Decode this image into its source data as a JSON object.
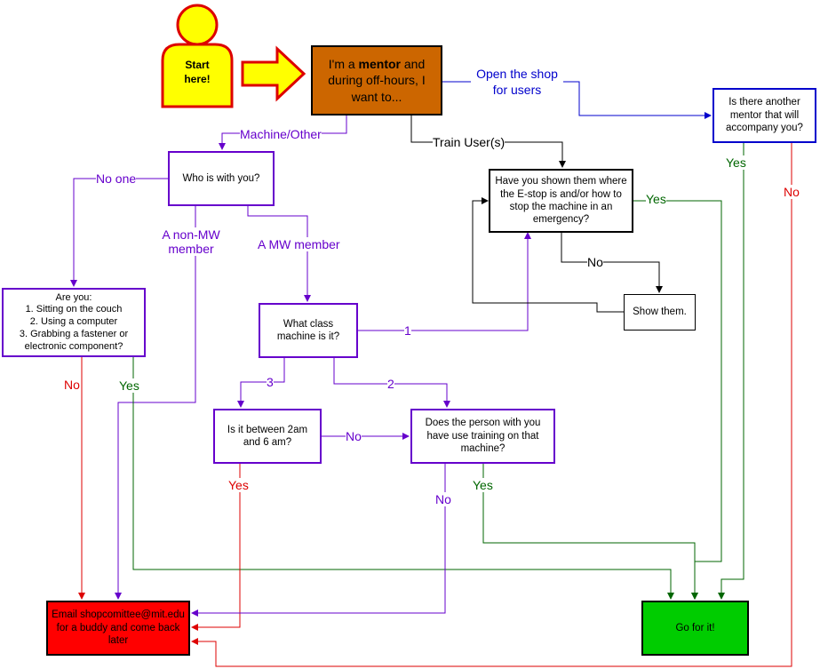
{
  "start": {
    "label": "Start here!"
  },
  "nodes": {
    "mentor": {
      "pre": "I'm a ",
      "bold": "mentor",
      "post": " and during off-hours, I want to..."
    },
    "who_with": "Who is with you?",
    "are_you": {
      "title": "Are you:",
      "items": [
        "1. Sitting on the couch",
        "2. Using a computer",
        "3. Grabbing a fastener or electronic component?"
      ]
    },
    "what_class": "What class machine is it?",
    "between": "Is it between 2am and 6 am?",
    "training": "Does the person with you have use training on that machine?",
    "estop": "Have you shown them where the E-stop is and/or how to stop the machine in an emergency?",
    "show": "Show them.",
    "another_mentor": "Is there another mentor that will accompany you?",
    "email": "Email shopcomittee@mit.edu for a buddy and come back later",
    "go": "Go for it!"
  },
  "edges": {
    "open_shop": "Open the shop for users",
    "machine_other": "Machine/Other",
    "train_users": "Train User(s)",
    "no_one": "No one",
    "non_mw": "A non-MW member",
    "mw_member": "A MW member",
    "class1": "1",
    "class2": "2",
    "class3": "3",
    "no_between": "No",
    "yes_between": "Yes",
    "no_training": "No",
    "yes_training": "Yes",
    "no_areyou": "No",
    "yes_areyou": "Yes",
    "yes_estop": "Yes",
    "no_estop": "No",
    "yes_mentor": "Yes",
    "no_mentor": "No"
  },
  "colors": {
    "purple": "#6600cc",
    "green": "#006600",
    "red": "#dd0000",
    "blue": "#0000cc",
    "black": "#000000",
    "start_fill": "#ffff00",
    "start_stroke": "#dd0000",
    "mentor_fill": "#cc6600",
    "email_fill": "#ff0000",
    "go_fill": "#00cc00"
  },
  "icons": {
    "start": "person-icon",
    "arrow": "right-arrow-icon"
  }
}
